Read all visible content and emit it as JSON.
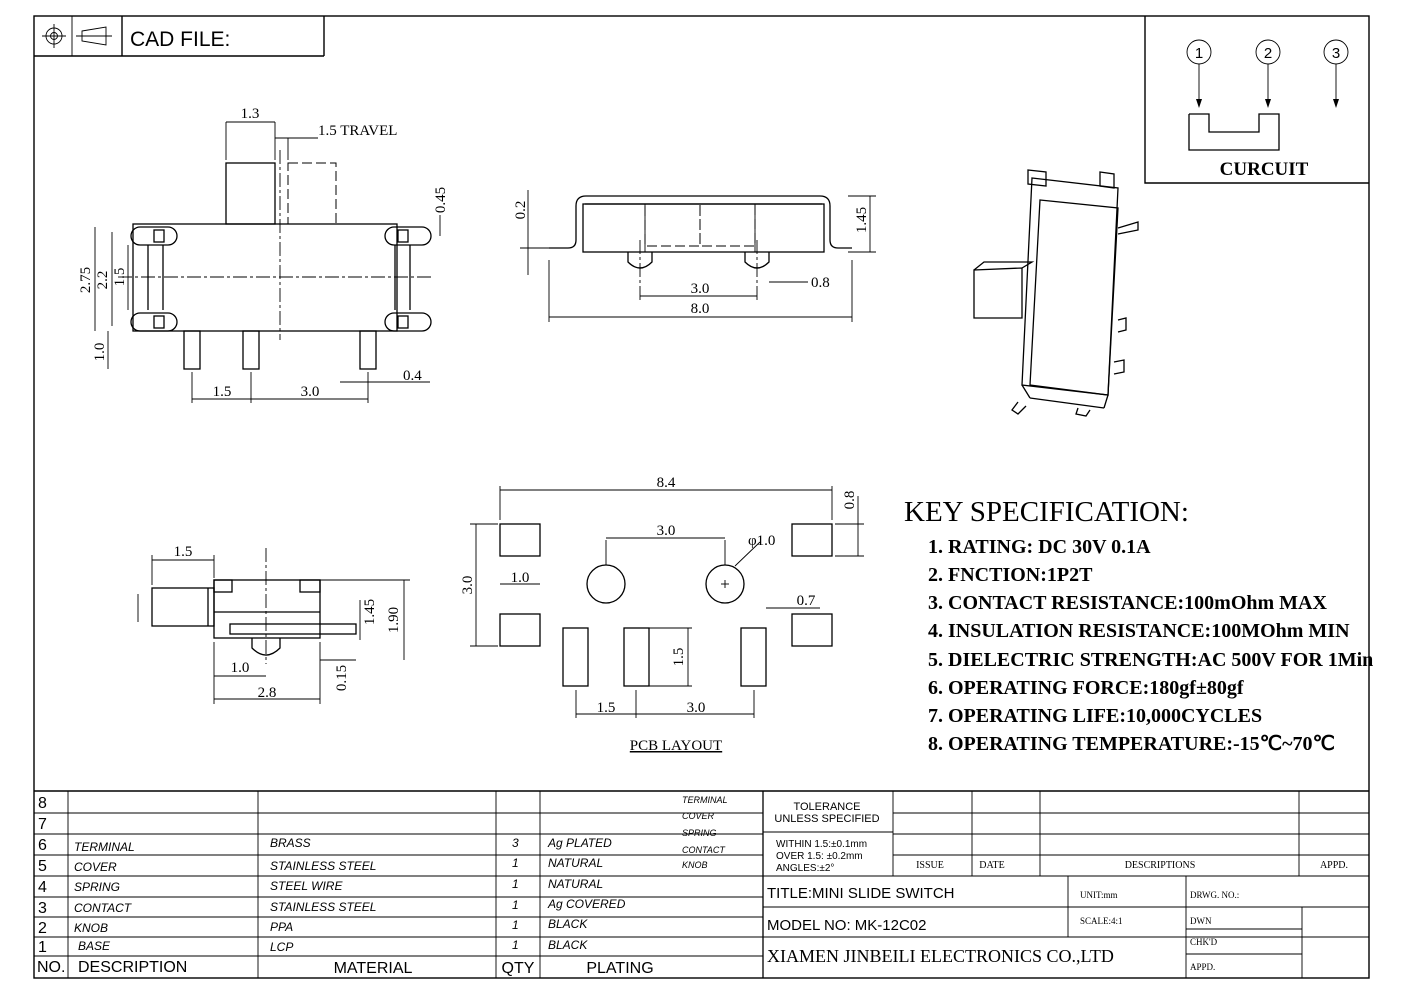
{
  "header": {
    "cad_file_label": "CAD FILE:"
  },
  "circuit": {
    "label": "CURCUIT",
    "pins": [
      "1",
      "2",
      "3"
    ]
  },
  "views": {
    "front": {
      "dims": [
        "1.3",
        "1.5 TRAVEL",
        "0.45",
        "2.75",
        "2.2",
        "1.5",
        "1.0",
        "1.5",
        "3.0",
        "0.4"
      ]
    },
    "top": {
      "dims": [
        "0.2",
        "1.45",
        "3.0",
        "0.8",
        "8.0"
      ]
    },
    "side": {
      "dims": [
        "1.5",
        "1.45",
        "1.90",
        "1.0",
        "0.15",
        "2.8"
      ]
    },
    "pcb": {
      "title": "PCB LAYOUT",
      "dims": [
        "8.4",
        "0.8",
        "3.0",
        "φ1.0",
        "3.0",
        "1.0",
        "0.7",
        "1.5",
        "1.5",
        "3.0"
      ]
    }
  },
  "key_spec": {
    "title": "KEY SPECIFICATION:",
    "items": [
      "1. RATING: DC 30V   0.1A",
      "2. FNCTION:1P2T",
      "3. CONTACT RESISTANCE:100mOhm MAX",
      "4. INSULATION RESISTANCE:100MOhm MIN",
      "5. DIELECTRIC STRENGTH:AC 500V FOR 1Min",
      "6. OPERATING FORCE:180gf±80gf",
      "7. OPERATING LIFE:10,000CYCLES",
      "8. OPERATING TEMPERATURE:-15℃~70℃"
    ]
  },
  "bom": {
    "headers": [
      "NO.",
      "DESCRIPTION",
      "MATERIAL",
      "QTY",
      "PLATING"
    ],
    "rows": [
      {
        "no": "8",
        "description": "",
        "material": "",
        "qty": "",
        "plating": ""
      },
      {
        "no": "7",
        "description": "",
        "material": "",
        "qty": "",
        "plating": ""
      },
      {
        "no": "6",
        "description": "TERMINAL",
        "material": "BRASS",
        "qty": "3",
        "plating": "Ag PLATED"
      },
      {
        "no": "5",
        "description": "COVER",
        "material": "STAINLESS STEEL",
        "qty": "1",
        "plating": "NATURAL"
      },
      {
        "no": "4",
        "description": "SPRING",
        "material": "STEEL WIRE",
        "qty": "1",
        "plating": "NATURAL"
      },
      {
        "no": "3",
        "description": "CONTACT",
        "material": "STAINLESS STEEL",
        "qty": "1",
        "plating": "Ag COVERED"
      },
      {
        "no": "2",
        "description": "KNOB",
        "material": "PPA",
        "qty": "1",
        "plating": "BLACK"
      },
      {
        "no": "1",
        "description": "BASE",
        "material": "LCP",
        "qty": "1",
        "plating": "BLACK"
      }
    ],
    "parts_list": [
      "TERMINAL",
      "COVER",
      "SPRING",
      "CONTACT",
      "KNOB"
    ]
  },
  "title_block": {
    "tolerance_title": "TOLERANCE",
    "tolerance_sub": "UNLESS SPECIFIED",
    "tolerance_lines": [
      "WITHIN 1.5:±0.1mm",
      "OVER 1.5:  ±0.2mm",
      "ANGLES:±2°"
    ],
    "issue_label": "ISSUE",
    "date_label": "DATE",
    "descriptions_label": "DESCRIPTIONS",
    "appd_label": "APPD.",
    "title": "TITLE:MINI SLIDE SWITCH",
    "model": "MODEL NO: MK-12C02",
    "company": "XIAMEN JINBEILI ELECTRONICS CO.,LTD",
    "unit": "UNIT:mm",
    "scale": "SCALE:4:1",
    "drwg_no": "DRWG. NO.:",
    "dwn": "DWN",
    "chkd": "CHK'D",
    "appd2": "APPD."
  }
}
